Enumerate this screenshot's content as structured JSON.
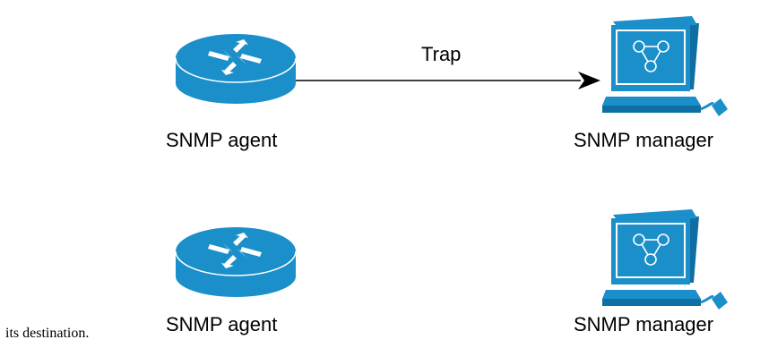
{
  "diagram": {
    "row1": {
      "agent_label": "SNMP agent",
      "manager_label": "SNMP manager",
      "arrow_label": "Trap"
    },
    "row2": {
      "agent_label": "SNMP agent",
      "manager_label": "SNMP manager"
    }
  },
  "caption": "its destination.",
  "colors": {
    "device_blue": "#1b8fc9",
    "device_dark": "#0f6ea3",
    "screen_light": "#5fb5e0",
    "arrow": "#000000"
  }
}
